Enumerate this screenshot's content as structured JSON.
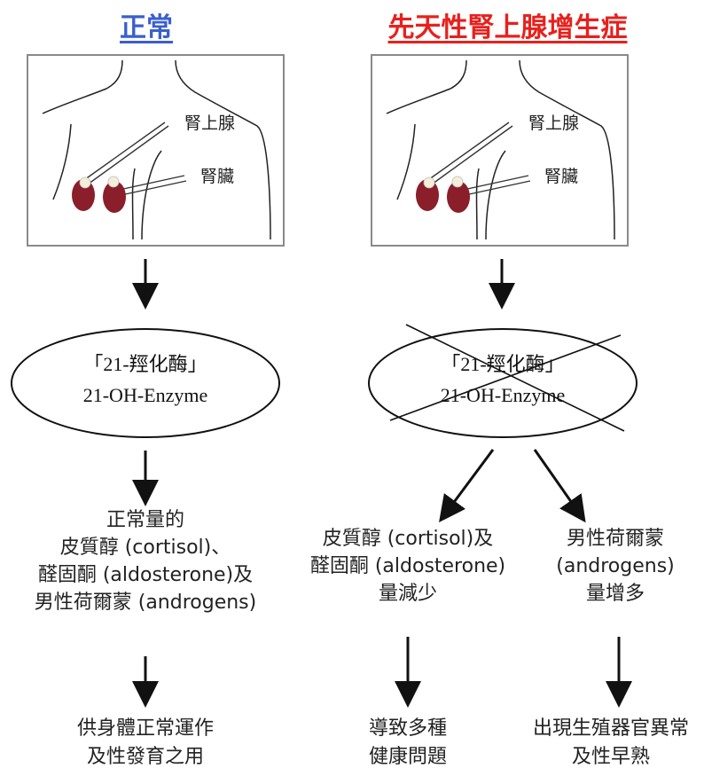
{
  "left": {
    "title": "正常",
    "adrenal_label": "腎上腺",
    "kidney_label": "腎臟",
    "enzyme_zh": "「21-羥化酶」",
    "enzyme_en": "21-OH-Enzyme",
    "result_lines": [
      "正常量的",
      "皮質醇 (cortisol)、",
      "醛固酮 (aldosterone)及",
      "男性荷爾蒙 (androgens)"
    ],
    "outcome_lines": [
      "供身體正常運作",
      "及性發育之用"
    ]
  },
  "right": {
    "title": "先天性腎上腺增生症",
    "adrenal_label": "腎上腺",
    "kidney_label": "腎臟",
    "enzyme_zh": "「21-羥化酶」",
    "enzyme_en": "21-OH-Enzyme",
    "branch_left_lines": [
      "皮質醇 (cortisol)及",
      "醛固酮 (aldosterone)",
      "量減少"
    ],
    "branch_right_lines": [
      "男性荷爾蒙",
      "(androgens)",
      "量增多"
    ],
    "outcome_left_lines": [
      "導致多種",
      "健康問題"
    ],
    "outcome_right_lines": [
      "出現生殖器官異常",
      "及性早熟"
    ]
  },
  "colors": {
    "left_title": "#3a5fcd",
    "right_title": "#e8201c",
    "kidney": "#8b1e2b",
    "panel_border": "#8a8a8a"
  }
}
